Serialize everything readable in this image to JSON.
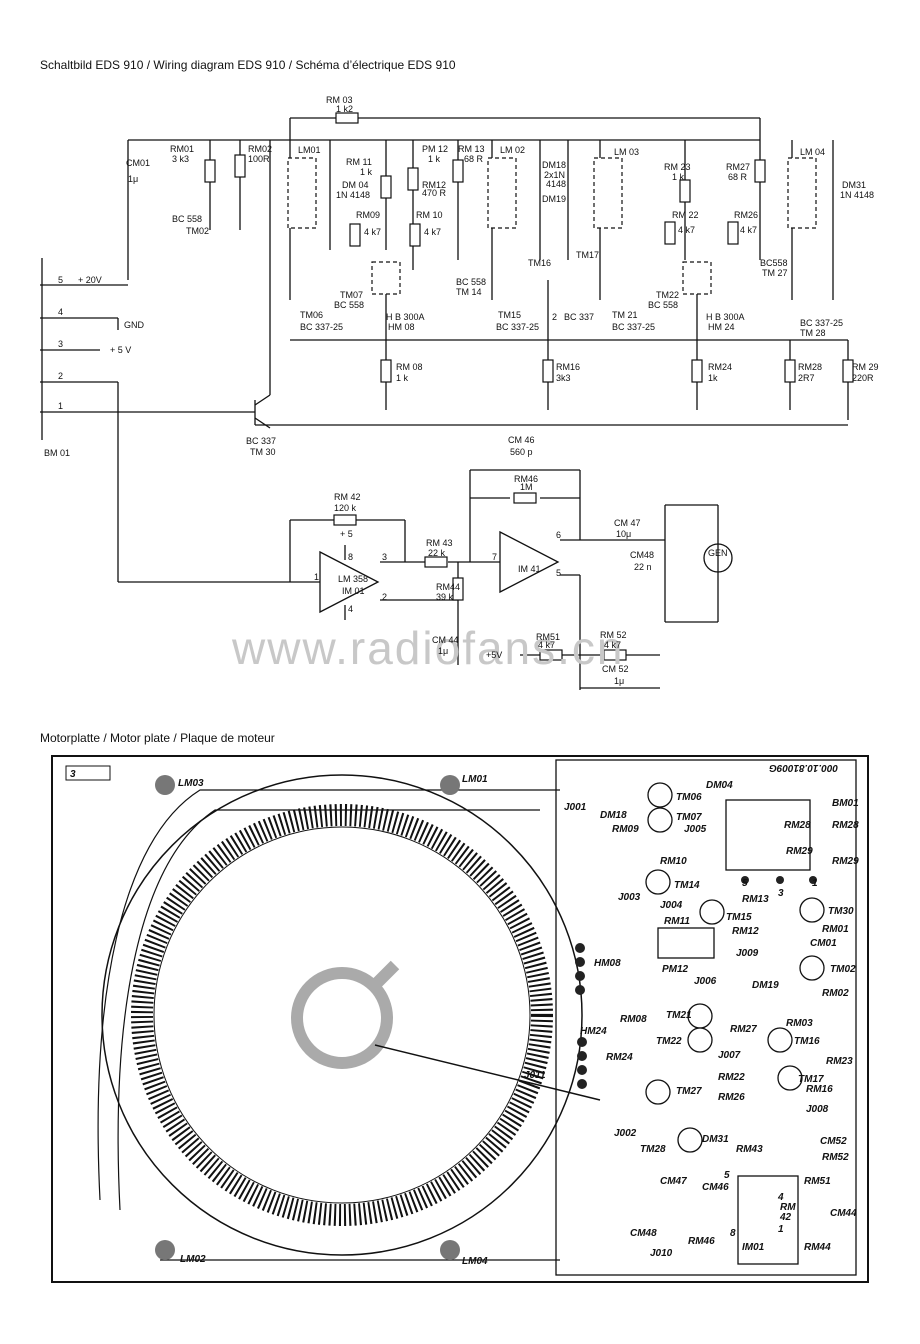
{
  "headings": {
    "wiring": "Schaltbild EDS 910 / Wiring diagram EDS 910 / Schéma d’électrique EDS 910",
    "motor": "Motorplatte / Motor plate / Plaque de moteur"
  },
  "watermark": "www.radiofans.cn",
  "connector": {
    "ref": "BM 01",
    "pins": [
      {
        "num": "5",
        "label": "+ 20V"
      },
      {
        "num": "4",
        "label": "GND"
      },
      {
        "num": "3",
        "label": "+ 5 V"
      },
      {
        "num": "2",
        "label": ""
      },
      {
        "num": "1",
        "label": ""
      }
    ]
  },
  "schematic_labels": {
    "rm03": "RM 03",
    "rm03v": "1 k2",
    "cm01": "CM01",
    "cm01v": "1μ",
    "rm01": "RM01",
    "rm01v": "3 k3",
    "rm02": "RM02",
    "rm02v": "100R",
    "tm02": "TM02",
    "bc558a": "BC 558",
    "lm01": "LM01",
    "rm11": "RM 11",
    "rm11v": "1 k",
    "dm04": "DM 04",
    "dm04v": "1N 4148",
    "pm12": "PM 12",
    "pm12v": "1 k",
    "rm12": "RM12",
    "rm12v": "470 R",
    "rm13": "RM 13",
    "rm13v": "68 R",
    "lm02": "LM 02",
    "dm18": "DM18",
    "dm18v": "2x1N",
    "dm18v2": "4148",
    "dm19": "DM19",
    "lm03": "LM 03",
    "rm23": "RM 23",
    "rm23v": "1 k",
    "rm27": "RM27",
    "rm27v": "68 R",
    "lm04": "LM 04",
    "dm31": "DM31",
    "dm31v": "1N 4148",
    "rm09": "RM09",
    "rm09v": "4 k7",
    "rm10": "RM 10",
    "rm10v": "4 k7",
    "rm22": "RM 22",
    "rm22v": "4 k7",
    "rm26": "RM26",
    "rm26v": "4 k7",
    "tm16": "TM16",
    "tm17": "TM17",
    "bc558tm14": "BC 558",
    "tm14": "TM 14",
    "bc558tm27": "BC558",
    "tm27": "TM 27",
    "tm07": "TM07",
    "bc558b": "BC 558",
    "tm22": "TM22",
    "bc558c": "BC 558",
    "tm06": "TM06",
    "bc337a": "BC 337-25",
    "hb300a": "H B 300A",
    "hm08": "HM 08",
    "tm15": "TM15",
    "bc337b": "BC 337-25",
    "bc337c": "BC 337",
    "tm21": "TM 21",
    "bc337d": "BC 337-25",
    "hb300b": "H B 300A",
    "hm24": "HM 24",
    "bc337e": "BC 337-25",
    "tm28": "TM 28",
    "rm08": "RM 08",
    "rm08v": "1 k",
    "node2": "2",
    "rm16": "RM16",
    "rm16v": "3k3",
    "rm24": "RM24",
    "rm24v": "1k",
    "rm28": "RM28",
    "rm28v": "2R7",
    "rm29": "RM 29",
    "rm29v": "220R",
    "tm30a": "BC 337",
    "tm30b": "TM 30",
    "cm46": "CM 46",
    "cm46v": "560 p",
    "rm46": "RM46",
    "rm46v": "1M",
    "rm42": "RM 42",
    "rm42v": "120 k",
    "plus5": "+ 5",
    "pin8": "8",
    "pin3": "3",
    "pin1": "1",
    "pin2": "2",
    "pin4": "4",
    "lm358": "LM 358",
    "im01": "IM 01",
    "rm43": "RM 43",
    "rm43v": "22 k",
    "pin7": "7",
    "pin6": "6",
    "pin5": "5",
    "im41": "IM 41",
    "rm44": "RM44",
    "rm44v": "39 k",
    "cm44": "CM 44",
    "cm44v": "1μ",
    "cm47": "CM 47",
    "cm47v": "10μ",
    "cm48": "CM48",
    "cm48v": "22 n",
    "gen": "GEN",
    "plus5v": "+5V",
    "rm51": "RM51",
    "rm51v": "4 k7",
    "rm52": "RM 52",
    "rm52v": "4 k7",
    "cm52": "CM 52",
    "cm52v": "1μ"
  },
  "board_labels": {
    "lm03": "LM03",
    "lm01": "LM01",
    "lm02": "LM02",
    "lm04": "LM04",
    "code": "000.10.81009G",
    "pad3": "3",
    "dm04": "DM04",
    "bm01": "BM01",
    "j001": "J001",
    "dm18": "DM18",
    "tm06": "TM06",
    "tm07": "TM07",
    "rm09": "RM09",
    "j005": "J005",
    "rm28a": "RM28",
    "rm28b": "RM28",
    "rm10": "RM10",
    "rm29a": "RM29",
    "rm29b": "RM29",
    "tm14": "TM14",
    "p5": "5",
    "p3": "3",
    "p1": "1",
    "j003": "J003",
    "j004": "J004",
    "rm13": "RM13",
    "tm30": "TM30",
    "rm11": "RM11",
    "tm15": "TM15",
    "rm12": "RM12",
    "rm01": "RM01",
    "cm01": "CM01",
    "hm08": "HM08",
    "pm12": "PM12",
    "j009": "J009",
    "tm02": "TM02",
    "j006": "J006",
    "dm19": "DM19",
    "rm02": "RM02",
    "rm08": "RM08",
    "tm21": "TM21",
    "rm27": "RM27",
    "rm03": "RM03",
    "tm22": "TM22",
    "tm16": "TM16",
    "hm24": "HM24",
    "j007": "J007",
    "rm24": "RM24",
    "rm23": "RM23",
    "rm22": "RM22",
    "tm17": "TM17",
    "j011": "J011",
    "tm27": "TM27",
    "rm16": "RM16",
    "rm26": "RM26",
    "j008": "J008",
    "j002": "J002",
    "dm31": "DM31",
    "tm28": "TM28",
    "rm43": "RM43",
    "cm52": "CM52",
    "rm52": "RM52",
    "cm47": "CM47",
    "cm46": "CM46",
    "rm51": "RM51",
    "rm": "RM",
    "p4": "4",
    "n42": "42",
    "cm44": "CM44",
    "p1b": "1",
    "cm48": "CM48",
    "p8": "8",
    "j010": "J010",
    "rm46": "RM46",
    "im01": "IM01",
    "rm44": "RM44"
  }
}
